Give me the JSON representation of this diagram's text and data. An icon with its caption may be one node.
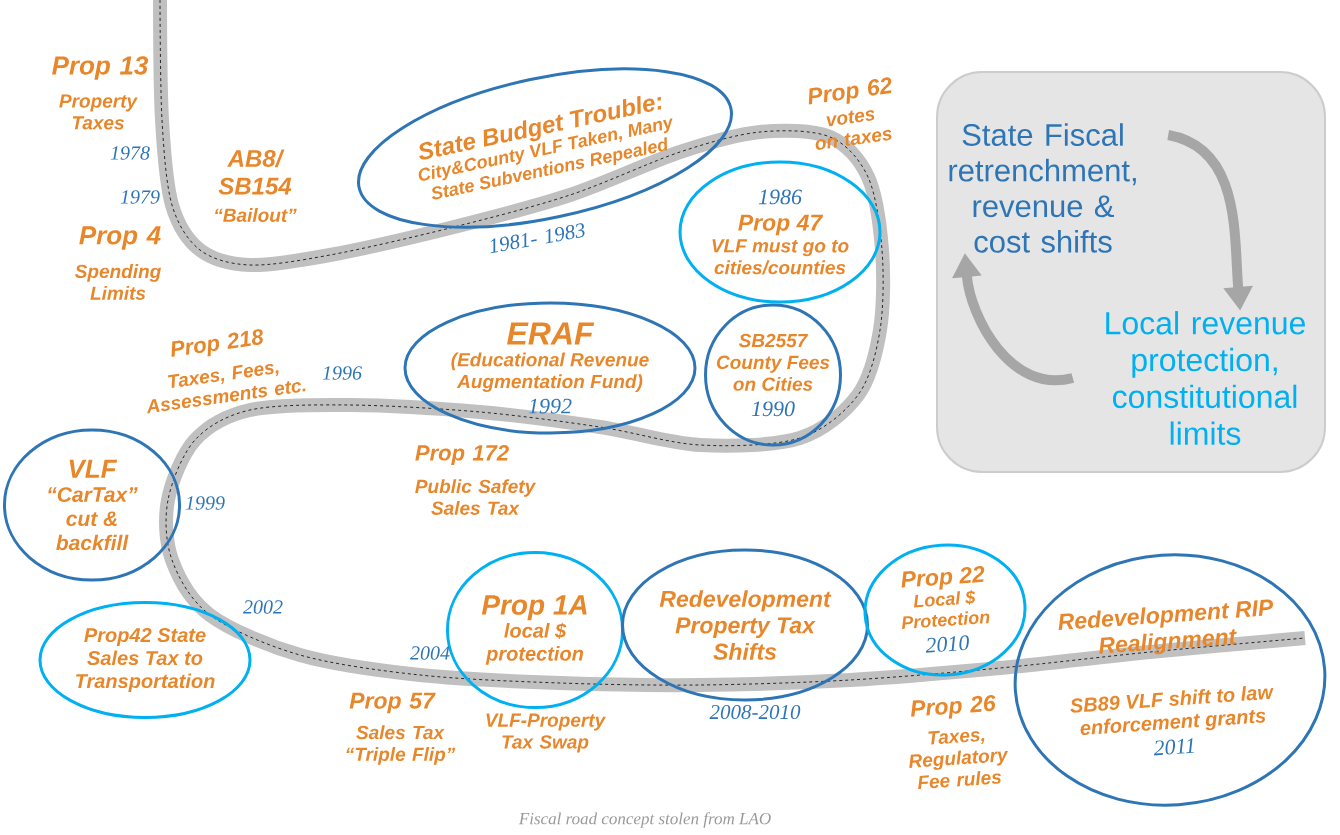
{
  "diagram": {
    "caption": "Fiscal road concept stolen from LAO",
    "nodes": [
      {
        "text": [
          "State Budget Trouble:",
          "City&County VLF Taken, Many State Subventions Repealed"
        ]
      },
      {
        "text": [
          "1986",
          "Prop 47",
          "VLF must go to cities/counties"
        ]
      },
      {
        "text": [
          "ERAF",
          "(Educational Revenue Augmentation Fund)",
          "1992"
        ]
      },
      {
        "text": [
          "SB2557 County Fees on Cities",
          "1990"
        ]
      },
      {
        "text": [
          "VLF",
          "“CarTax” cut & backfill"
        ]
      },
      {
        "text": [
          "Prop42 State Sales Tax to Transportation"
        ]
      },
      {
        "text": [
          "Prop 1A",
          "local $ protection"
        ]
      },
      {
        "text": [
          "Redevelopment Property Tax Shifts"
        ]
      },
      {
        "text": [
          "Prop 22",
          "Local $ Protection",
          "2010"
        ]
      },
      {
        "text": [
          "Redevelopment RIP Realignment",
          "SB89 VLF shift to law enforcement grants",
          "2011"
        ]
      },
      {
        "text": [],
        "shape": "box"
      },
      {
        "text": [
          "State Fiscal retrenchment, revenue & cost shifts"
        ],
        "in": 10
      },
      {
        "text": [
          "Local revenue protection, constitutional limits"
        ],
        "in": 10
      }
    ],
    "edges": [
      {
        "from": 11,
        "to": 12,
        "arrow": "to"
      },
      {
        "from": 12,
        "to": 11,
        "arrow": "to"
      }
    ],
    "labels": [
      "Prop 13",
      "Property Taxes",
      "1978",
      "1979",
      "Prop 4",
      "Spending Limits",
      "AB8/ SB154",
      "“Bailout”",
      "Prop 62",
      "votes on taxes",
      "1981- 1983",
      "Prop 218",
      "Taxes, Fees, Assessments etc.",
      "1996",
      "Prop 172",
      "Public Safety Sales Tax",
      "1999",
      "2002",
      "2004",
      "Prop 57",
      "Sales Tax “Triple Flip”",
      "VLF-Property Tax Swap",
      "2008-2010",
      "Prop 26",
      "Taxes, Regulatory Fee rules"
    ]
  }
}
